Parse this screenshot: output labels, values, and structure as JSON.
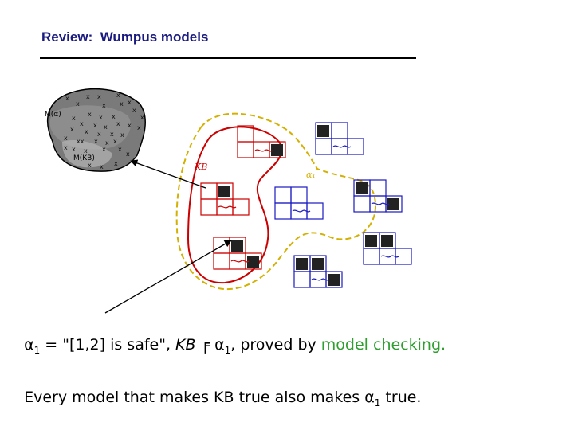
{
  "slide": {
    "title": "Review:  Wumpus models"
  },
  "diagram": {
    "set_labels": {
      "m_alpha": "M(α)",
      "m_kb": "M(KB)",
      "kb": "KB",
      "alpha1": "α₁"
    }
  },
  "text": {
    "line1": {
      "alpha": "α",
      "sub1": "1",
      "quote": " = \"[1,2] is safe\", ",
      "kb": "KB",
      "entails": " ╒ ",
      "alpha2": "α",
      "sub2": "1",
      "rest": ", proved by ",
      "highlight": "model checking.",
      "highlight_color": "#2e9e2e"
    },
    "line2": {
      "before": "Every model that makes KB true also makes ",
      "alpha": "α",
      "sub": "1",
      "after": " true."
    }
  },
  "colors": {
    "title": "#1a1a80",
    "kb_outline": "#cc0000",
    "alpha_outline": "#d4b000",
    "grid_blue": "#1a1ac0",
    "grid_red": "#cc0000"
  }
}
